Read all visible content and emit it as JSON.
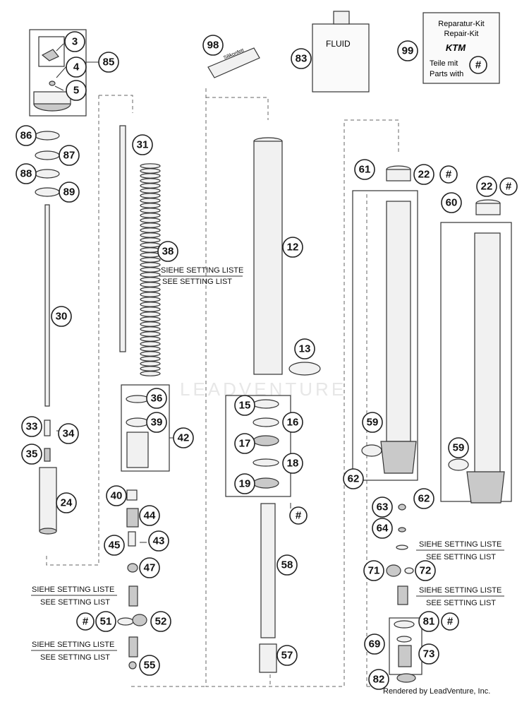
{
  "callouts": [
    {
      "id": "c3",
      "label": "3"
    },
    {
      "id": "c4",
      "label": "4"
    },
    {
      "id": "c5",
      "label": "5"
    },
    {
      "id": "c85",
      "label": "85"
    },
    {
      "id": "c86",
      "label": "86"
    },
    {
      "id": "c87",
      "label": "87"
    },
    {
      "id": "c88",
      "label": "88"
    },
    {
      "id": "c89",
      "label": "89"
    },
    {
      "id": "c30",
      "label": "30"
    },
    {
      "id": "c33",
      "label": "33"
    },
    {
      "id": "c34",
      "label": "34"
    },
    {
      "id": "c35",
      "label": "35"
    },
    {
      "id": "c24",
      "label": "24"
    },
    {
      "id": "c31",
      "label": "31"
    },
    {
      "id": "c38",
      "label": "38"
    },
    {
      "id": "c36",
      "label": "36"
    },
    {
      "id": "c39",
      "label": "39"
    },
    {
      "id": "c42",
      "label": "42"
    },
    {
      "id": "c40",
      "label": "40"
    },
    {
      "id": "c44",
      "label": "44"
    },
    {
      "id": "c45",
      "label": "45"
    },
    {
      "id": "c43",
      "label": "43"
    },
    {
      "id": "c47",
      "label": "47"
    },
    {
      "id": "c51",
      "label": "51"
    },
    {
      "id": "c52",
      "label": "52"
    },
    {
      "id": "c55",
      "label": "55"
    },
    {
      "id": "c98",
      "label": "98"
    },
    {
      "id": "c83",
      "label": "83"
    },
    {
      "id": "c99",
      "label": "99"
    },
    {
      "id": "c12",
      "label": "12"
    },
    {
      "id": "c13",
      "label": "13"
    },
    {
      "id": "c15",
      "label": "15"
    },
    {
      "id": "c16",
      "label": "16"
    },
    {
      "id": "c17",
      "label": "17"
    },
    {
      "id": "c18",
      "label": "18"
    },
    {
      "id": "c19",
      "label": "19"
    },
    {
      "id": "c58",
      "label": "58"
    },
    {
      "id": "c57",
      "label": "57"
    },
    {
      "id": "c61",
      "label": "61"
    },
    {
      "id": "c22a",
      "label": "22"
    },
    {
      "id": "c22b",
      "label": "22"
    },
    {
      "id": "c60",
      "label": "60"
    },
    {
      "id": "c59a",
      "label": "59"
    },
    {
      "id": "c59b",
      "label": "59"
    },
    {
      "id": "c62a",
      "label": "62"
    },
    {
      "id": "c62b",
      "label": "62"
    },
    {
      "id": "c63",
      "label": "63"
    },
    {
      "id": "c64",
      "label": "64"
    },
    {
      "id": "c71",
      "label": "71"
    },
    {
      "id": "c72",
      "label": "72"
    },
    {
      "id": "c81",
      "label": "81"
    },
    {
      "id": "c69",
      "label": "69"
    },
    {
      "id": "c73",
      "label": "73"
    },
    {
      "id": "c82",
      "label": "82"
    },
    {
      "id": "h1",
      "label": "#"
    },
    {
      "id": "h2",
      "label": "#"
    },
    {
      "id": "h3",
      "label": "#"
    },
    {
      "id": "h4",
      "label": "#"
    },
    {
      "id": "h5",
      "label": "#"
    },
    {
      "id": "h6",
      "label": "#"
    }
  ],
  "notes": {
    "siehe": "SIEHE SETTING LISTE",
    "see": "SEE SETTING LIST"
  },
  "kit": {
    "line1": "Reparatur-Kit",
    "line2": "Repair-Kit",
    "brand": "KTM",
    "line3": "Teile mit",
    "line4": "Parts with",
    "hash": "#"
  },
  "fluid_label": "FLUID",
  "grease_label": "Silikonfett",
  "watermark": "LEADVENTURE",
  "credit": "Rendered by LeadVenture, Inc."
}
